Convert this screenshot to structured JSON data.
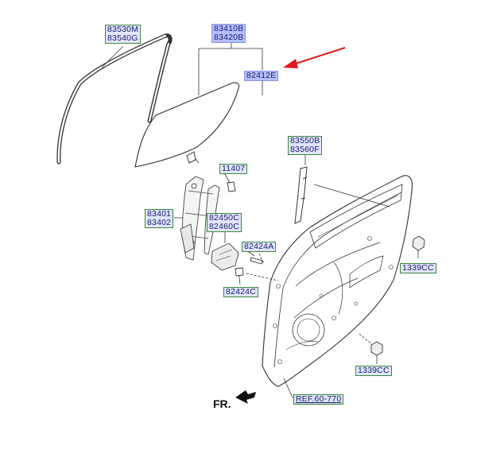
{
  "labels": {
    "weatherstrip": [
      "83530M",
      "83540G"
    ],
    "glass": [
      "83410B",
      "83420B"
    ],
    "glass_run": "82412E",
    "bolt_11407": "11407",
    "channel": [
      "83550B",
      "83560F"
    ],
    "regulator": [
      "83401",
      "83402"
    ],
    "motor": [
      "82450C",
      "82460C"
    ],
    "screw_a": "82424A",
    "clip_cc_upper": "1339CC",
    "screw_c": "82424C",
    "clip_cc_lower": "1339CC",
    "ref": "REF.60-770"
  },
  "direction": "FR.",
  "colors": {
    "arrow": "#e0191f",
    "label_border": "#3a8a3a",
    "label_fill": "#dfe5ff",
    "highlight_fill": "#b6bfff"
  }
}
